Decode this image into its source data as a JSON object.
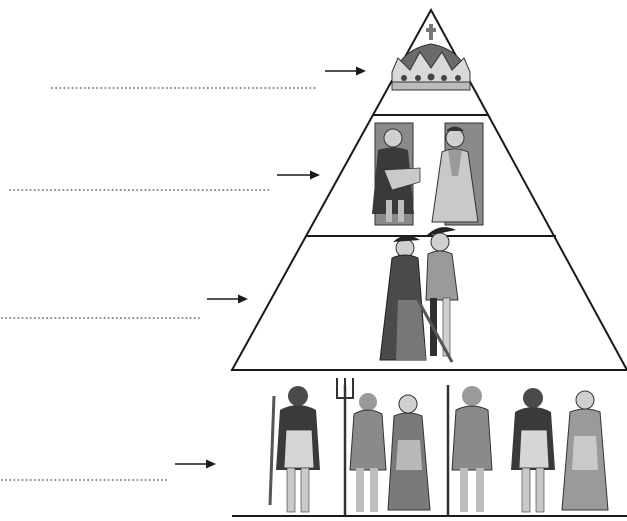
{
  "diagram": {
    "type": "feudal-pyramid",
    "levels": [
      {
        "id": "monarch",
        "icon": "crown-icon",
        "answer_blank": ""
      },
      {
        "id": "nobles",
        "icon": "noble-figures-icon",
        "answer_blank": ""
      },
      {
        "id": "knights",
        "icon": "knight-figures-icon",
        "answer_blank": ""
      },
      {
        "id": "peasants",
        "icon": "peasant-figures-icon",
        "answer_blank": ""
      }
    ],
    "colors": {
      "line": "#1a1a1a",
      "dots": "#888888",
      "figure_dark": "#3a3a3a",
      "figure_mid": "#8a8a8a",
      "figure_light": "#c9c9c9"
    }
  }
}
